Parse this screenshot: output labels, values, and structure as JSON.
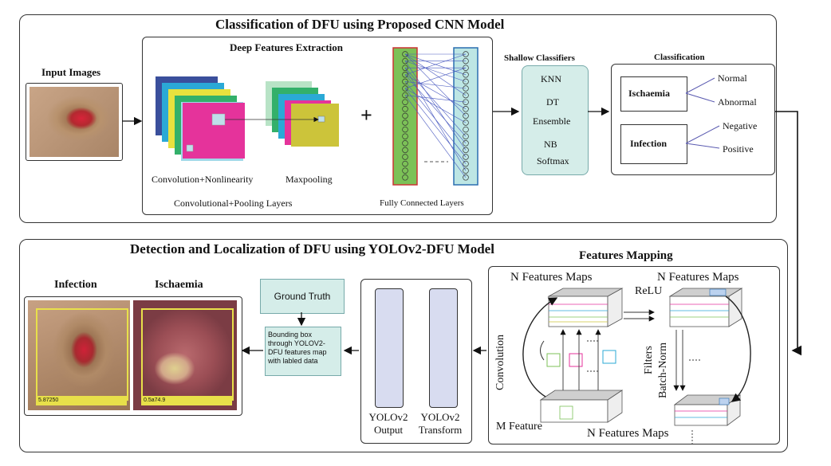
{
  "top_panel": {
    "title": "Classification of DFU using Proposed CNN Model",
    "input_images_label": "Input Images",
    "deep_features_title": "Deep Features Extraction",
    "conv_label": "Convolution+Nonlinearity",
    "maxpool_label": "Maxpooling",
    "conv_pool_label": "Convolutional+Pooling Layers",
    "plus_sign": "+",
    "fc_label": "Fully Connected Layers",
    "shallow_title": "Shallow Classifiers",
    "classifiers": [
      "KNN",
      "DT",
      "Ensemble",
      "NB",
      "Softmax"
    ],
    "classification_title": "Classification",
    "ischaemia_label": "Ischaemia",
    "ischaemia_outcomes": [
      "Normal",
      "Abnormal"
    ],
    "infection_label": "Infection",
    "infection_outcomes": [
      "Negative",
      "Positive"
    ]
  },
  "bottom_panel": {
    "title": "Detection and Localization of DFU using YOLOv2-DFU Model",
    "infection_label": "Infection",
    "ischaemia_label": "Ischaemia",
    "infection_score": "5.87250",
    "ischaemia_score": "0.5a74.9",
    "ground_truth_label": "Ground Truth",
    "bbox_label": "Bounding box through YOLOV2-DFU features map with labled data",
    "yolo_output_label": "YOLOv2 Output",
    "yolo_transform_label": "YOLOv2 Transform",
    "features_mapping_title": "Features Mapping",
    "n_maps_left": "N Features Maps",
    "n_maps_right": "N Features Maps",
    "n_maps_bottom": "N Features Maps",
    "relu_label": "ReLU",
    "convolution_label": "Convolution",
    "filters_label": "Filters",
    "batchnorm_label": "Batch-Norm",
    "m_feature_label": "M Feature"
  },
  "colors": {
    "classifier_box": "#d5ede9",
    "gt_box": "#d5ede9",
    "yolo_bar": "#d8dcf0",
    "feature_map_magenta": "#e5339b",
    "feature_map_yellow": "#ccc43a",
    "fc_green": "#7cc157",
    "fc_cyan": "#bde6e4",
    "bbox_yellow": "#e8e04a"
  }
}
